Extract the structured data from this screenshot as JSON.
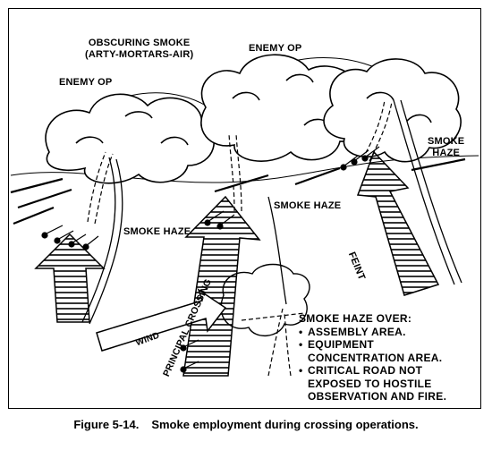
{
  "labels": {
    "obscuring_line1": "OBSCURING SMOKE",
    "obscuring_line2": "(ARTY-MORTARS-AIR)",
    "enemy_op_left": "ENEMY OP",
    "enemy_op_center": "ENEMY OP",
    "smoke_haze_right_line1": "SMOKE",
    "smoke_haze_right_line2": "HAZE",
    "smoke_haze_center": "SMOKE HAZE",
    "smoke_haze_left": "SMOKE HAZE",
    "feint": "FEINT",
    "wind": "WIND",
    "principal_crossing": "PRINCIPAL CROSSING"
  },
  "note": {
    "title": "SMOKE HAZE OVER:",
    "items": [
      "ASSEMBLY AREA.",
      "EQUIPMENT CONCENTRATION  AREA.",
      "CRITICAL ROAD NOT EXPOSED TO HOSTILE OBSERVATION AND FIRE."
    ],
    "lines": [
      {
        "bullet": "",
        "text": "SMOKE HAZE OVER:"
      },
      {
        "bullet": "•",
        "text": "ASSEMBLY AREA."
      },
      {
        "bullet": "•",
        "text": "EQUIPMENT"
      },
      {
        "bullet": "",
        "text": "CONCENTRATION  AREA."
      },
      {
        "bullet": "•",
        "text": "CRITICAL ROAD NOT"
      },
      {
        "bullet": "",
        "text": "EXPOSED TO HOSTILE"
      },
      {
        "bullet": "",
        "text": "OBSERVATION AND FIRE."
      }
    ]
  },
  "caption": {
    "number": "Figure 5-14.",
    "text": "Smoke employment during crossing operations."
  },
  "colors": {
    "ink": "#000000",
    "paper": "#ffffff"
  }
}
